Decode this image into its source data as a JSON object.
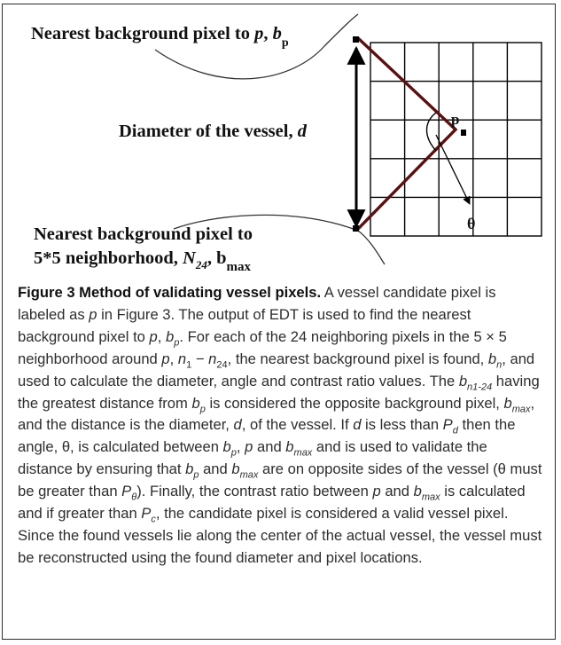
{
  "diagram": {
    "label_top": "Nearest background pixel to ",
    "label_top_p": "p",
    "label_top_b": "b",
    "label_top_b_sub": "p",
    "label_mid": "Diameter of the vessel, ",
    "label_mid_d": "d",
    "label_bottom_line1": "Nearest background pixel  to",
    "label_bottom_line2": "5*5 neighborhood, ",
    "label_bottom_N": "N",
    "label_bottom_N_sub": "24",
    "label_bottom_b": "b",
    "label_bottom_b_sub": "max",
    "label_p": "p",
    "label_theta": "θ",
    "colors": {
      "path": "#5a1010",
      "arrow": "#000000",
      "grid": "#000000"
    }
  },
  "caption": {
    "figure_title": "Figure 3 Method of validating vessel pixels.",
    "t1": " A vessel candidate pixel is labeled as ",
    "p": "p",
    "t2": " in Figure 3. The output of EDT is used to find the nearest background pixel to ",
    "t3": ", ",
    "b": "b",
    "sub_p": "p",
    "t4": ". For each of the 24 neighboring pixels in the 5 × 5 neighborhood around ",
    "n": "n",
    "sub_1": "1",
    "minus": " − ",
    "sub_24": "24",
    "t5": ", the nearest background pixel is found, ",
    "sub_n": "n",
    "t6": ", and used to calculate the diameter, angle and contrast ratio values. The ",
    "sub_n1_24": "n1-24",
    "t7": " having the greatest distance from ",
    "t8": " is considered the opposite background pixel, ",
    "sub_max": "max",
    "t9": ", and the distance is the diameter, ",
    "d": "d",
    "t10": ", of the vessel. If ",
    "t11": " is less than ",
    "P": "P",
    "sub_d": "d",
    "t12": " then the angle, θ, is calculated between ",
    "t13": " and ",
    "t14": " and is used to validate the distance by ensuring that ",
    "t15": " are on opposite sides of the vessel (θ must be greater than ",
    "sub_theta": "θ",
    "t16": "). Finally, the contrast ratio between ",
    "t17": " is calculated and if greater than ",
    "sub_c": "c",
    "t18": ", the candidate pixel is considered a valid vessel pixel. Since the found vessels lie along the center of the actual vessel, the vessel must be reconstructed using the found diameter and pixel locations."
  }
}
